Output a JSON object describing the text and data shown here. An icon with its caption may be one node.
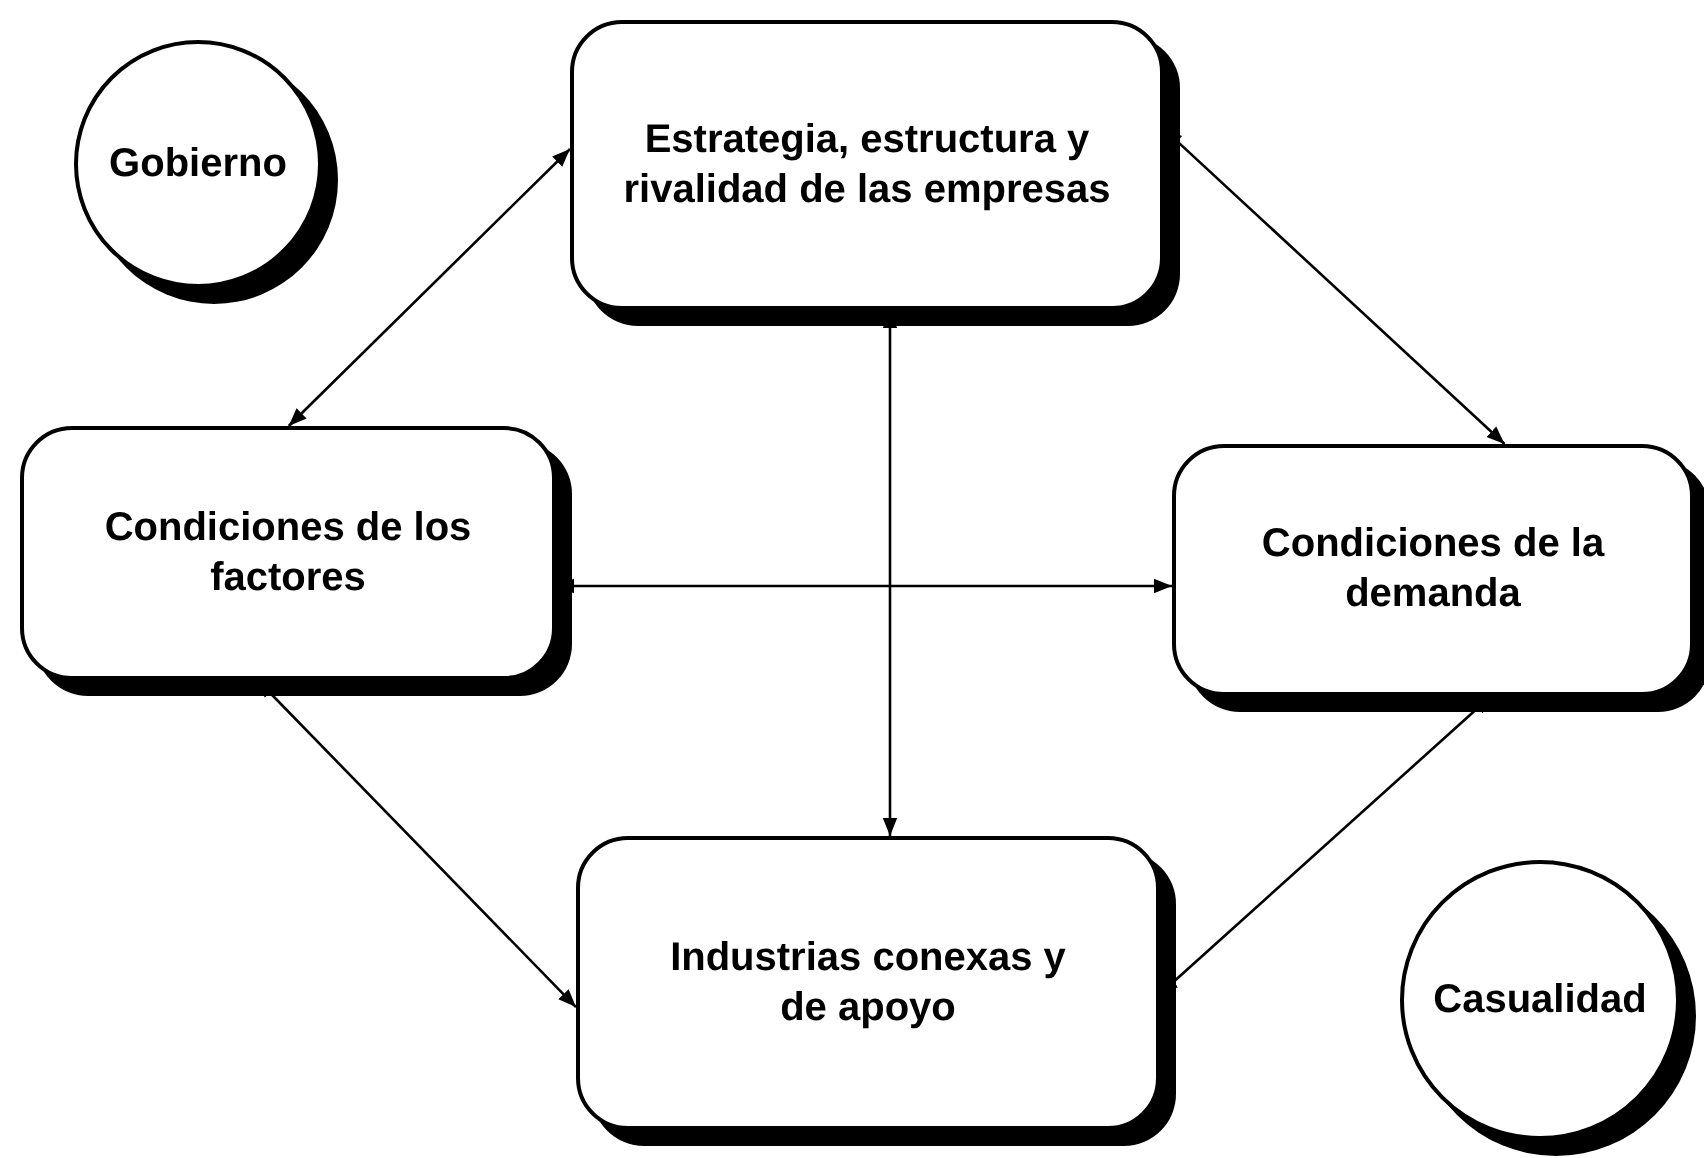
{
  "diagram": {
    "nodes": [
      {
        "text": [
          "Gobierno"
        ]
      },
      {
        "text": [
          "Estrategia, estructura y rivalidad de las empresas"
        ]
      },
      {
        "text": [
          "Condiciones de los factores"
        ]
      },
      {
        "text": [
          "Condiciones de la demanda"
        ]
      },
      {
        "text": [
          "Industrias conexas y de apoyo"
        ]
      },
      {
        "text": [
          "Casualidad"
        ]
      }
    ],
    "edges": [
      {
        "from": 1,
        "to": 2,
        "arrow": "both"
      },
      {
        "from": 1,
        "to": 3,
        "arrow": "both"
      },
      {
        "from": 2,
        "to": 3,
        "arrow": "both"
      },
      {
        "from": 1,
        "to": 4,
        "arrow": "both"
      },
      {
        "from": 2,
        "to": 4,
        "arrow": "both"
      },
      {
        "from": 3,
        "to": 4,
        "arrow": "both"
      }
    ]
  }
}
